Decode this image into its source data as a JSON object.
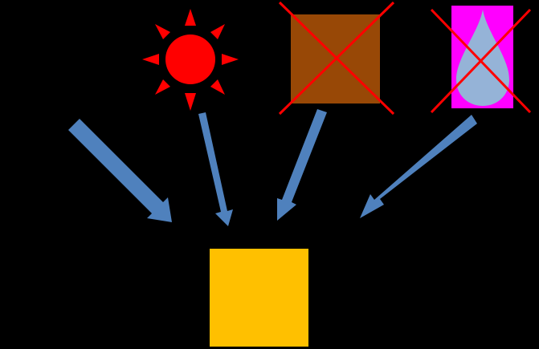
{
  "colors": {
    "background": "#000000",
    "arrow": "#4f81bd",
    "sun": "#ff0000",
    "soil": "#984806",
    "water_box": "#ff00ff",
    "water_drop": "#95b3d7",
    "cross": "#ff0000",
    "target": "#ffc000"
  },
  "icons": {
    "sun": "sun-icon",
    "soil": "soil-block-icon",
    "water": "water-drop-icon",
    "crossed": "cross-out-icon",
    "target": "target-block-icon"
  },
  "elements": {
    "sources": [
      "sun",
      "soil",
      "water",
      "unlabeled-source"
    ],
    "crossed_out": [
      "soil",
      "water"
    ],
    "target": "target-block"
  }
}
